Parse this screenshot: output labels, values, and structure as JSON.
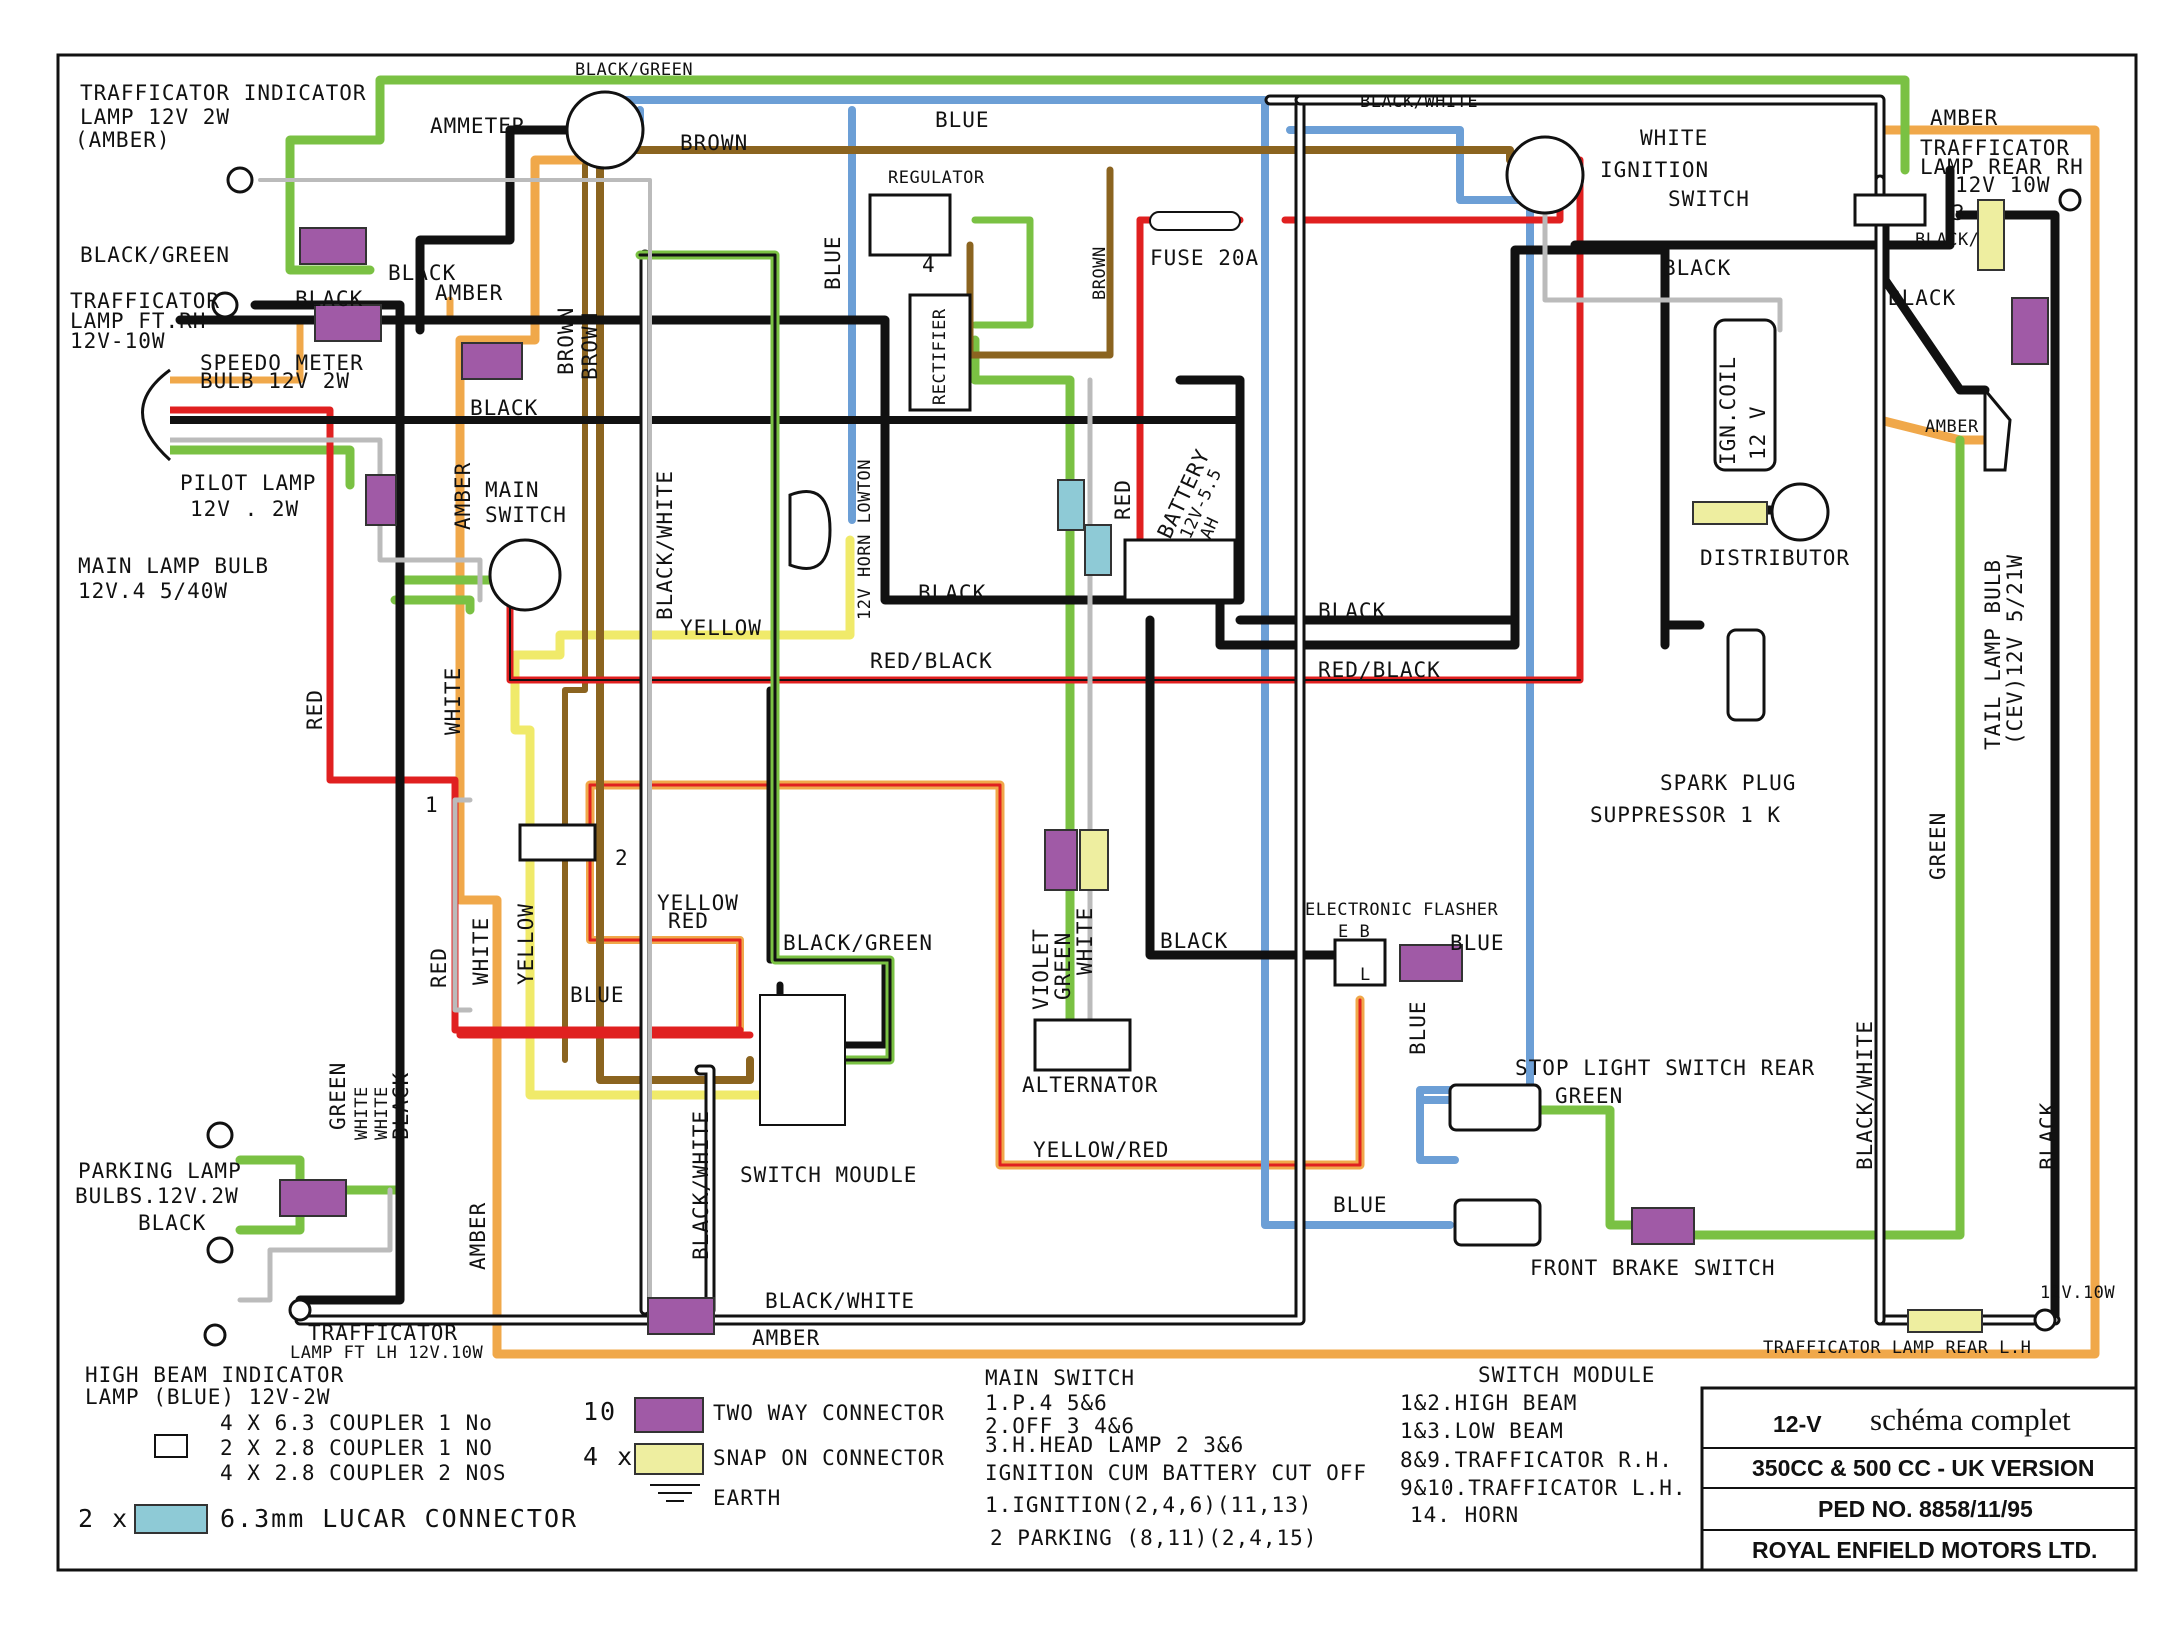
{
  "diagram": {
    "top_wire_labels": {
      "black_green_top": "BLACK/GREEN",
      "black_white_top": "BLACK/WHITE",
      "blue_top": "BLUE",
      "brown_top": "BROWN"
    },
    "components": {
      "trafficator_indicator": [
        "TRAFFICATOR INDICATOR",
        "LAMP 12V 2W",
        "(AMBER)"
      ],
      "ammeter": "AMMETER",
      "regulator": "REGULATOR",
      "rectifier": "RECTIFIER",
      "fuse": "FUSE 20A",
      "ignition_switch": [
        "WHITE",
        "IGNITION",
        "SWITCH"
      ],
      "amber_top_right": "AMBER",
      "trafficator_rear_rh": [
        "TRAFFICATOR",
        "LAMP REAR RH",
        "12V 10W"
      ],
      "trafficator_ft_rh": [
        "TRAFFICATOR",
        "LAMP FT.RH",
        "12V-10W"
      ],
      "speedo": [
        "SPEEDO METER",
        "BULB 12V 2W"
      ],
      "pilot_lamp": [
        "PILOT LAMP",
        "12V . 2W"
      ],
      "main_lamp_bulb": [
        "MAIN LAMP BULB",
        "12V.4 5/40W"
      ],
      "main_switch": [
        "MAIN",
        "SWITCH"
      ],
      "horn": "12V HORN LOWTON",
      "battery": [
        "BATTERY",
        "12V-5.5",
        "AH"
      ],
      "ign_coil": [
        "IGN.COIL",
        "12 V"
      ],
      "distributor": "DISTRIBUTOR",
      "spark_plug": [
        "SPARK PLUG",
        "SUPPRESSOR 1 K"
      ],
      "tail_lamp": [
        "TAIL LAMP BULB",
        "(CEV)12V 5/21W"
      ],
      "electronic_flasher": [
        "ELECTRONIC FLASHER",
        "E B",
        "L"
      ],
      "alternator": "ALTERNATOR",
      "stop_light_switch": "STOP LIGHT SWITCH REAR",
      "front_brake_switch": "FRONT BRAKE SWITCH",
      "switch_module": "SWITCH MOUDLE",
      "parking_lamp": [
        "PARKING LAMP",
        "BULBS.12V.2W"
      ],
      "trafficator_ft_lh": [
        "TRAFFICATOR",
        "LAMP FT LH 12V.10W"
      ],
      "high_beam": [
        "HIGH BEAM INDICATOR",
        "LAMP (BLUE) 12V-2W"
      ],
      "trafficator_rear_lh": "TRAFFICATOR LAMP REAR L.H",
      "rear_lh_watt": "12V.10W"
    },
    "wire_labels": {
      "black_green_l": "BLACK/GREEN",
      "black_1": "BLACK",
      "amber_1": "AMBER",
      "black_2": "BLACK",
      "black_3": "BLACK",
      "amber_v": "AMBER",
      "brown_v1": "BROWN",
      "brown_v2": "BROWN",
      "blue_v": "BLUE",
      "brown_reg": "BROWN",
      "black_white_v": "BLACK/WHITE",
      "yellow_1": "YELLOW",
      "black_mid": "BLACK",
      "red_black_1": "RED/BLACK",
      "red_black_2": "RED/BLACK",
      "black_right": "BLACK",
      "red_v_batt": "RED",
      "red_left": "RED",
      "white_left": "WHITE",
      "white_2": "WHITE",
      "red_2": "RED",
      "yellow_v": "YELLOW",
      "yellow_red_lbl": "YELLOW",
      "red_small": "RED",
      "blue_small": "BLUE",
      "black_green_2": "BLACK/GREEN",
      "violet": "VIOLET",
      "green_v": "GREEN",
      "white_v": "WHITE",
      "black_flasher": "BLACK",
      "blue_flasher": "BLUE",
      "blue_v2": "BLUE",
      "green_stop": "GREEN",
      "yellow_red": "YELLOW/RED",
      "blue_bottom": "BLUE",
      "black_white_rv": "BLACK/WHITE",
      "green_rv": "GREEN",
      "black_rv": "BLACK",
      "black_white_bottom": "BLACK/WHITE",
      "amber_bottom": "AMBER",
      "amber_left_v": "AMBER",
      "black_white_lv": "BLACK/WHITE",
      "black_parking": "BLACK",
      "green_lv": "GREEN",
      "white_lv": "WHITE",
      "white_lv2": "WHITE",
      "black_lv": "BLACK",
      "black_rear": "BLACK",
      "black_rear2": "BLACK",
      "amber_rear": "AMBER",
      "black_small_rear": "BLACK/"
    },
    "switch_numbers": {
      "n1": "1",
      "n2": "2",
      "n3": "3",
      "n4": "4"
    }
  },
  "legend": {
    "couplers": [
      "4 X 6.3 COUPLER 1 No",
      "2 X 2.8 COUPLER 1 NO",
      "4 X 2.8 COUPLER 2 NOS"
    ],
    "lucar": {
      "count": "2 x",
      "label": "6.3mm LUCAR CONNECTOR"
    },
    "two_way": {
      "count": "10 x",
      "label": "TWO WAY CONNECTOR"
    },
    "snap_on": {
      "count": "4 x",
      "label": "SNAP ON CONNECTOR"
    },
    "earth": "EARTH",
    "main_switch_title": "MAIN SWITCH",
    "main_switch_lines": [
      "1.P.4 5&6",
      "2.OFF 3 4&6",
      "3.H.HEAD LAMP 2 3&6"
    ],
    "ignition_title": "IGNITION CUM BATTERY CUT OFF",
    "ignition_lines": [
      "1.IGNITION(2,4,6)(11,13)",
      "2 PARKING (8,11)(2,4,15)"
    ],
    "switch_module_title": "SWITCH MODULE",
    "switch_module_lines": [
      "1&2.HIGH BEAM",
      "1&3.LOW BEAM",
      "8&9.TRAFFICATOR R.H.",
      "9&10.TRAFFICATOR L.H.",
      "14. HORN"
    ]
  },
  "title_block": {
    "voltage": "12-V",
    "title": "schéma complet",
    "version": "350CC & 500 CC - UK VERSION",
    "ped": "PED NO. 8858/11/95",
    "company": "ROYAL ENFIELD MOTORS LTD."
  },
  "colors": {
    "black": "#111111",
    "red": "#e02020",
    "green": "#7ac143",
    "blue": "#6c9fd6",
    "brown": "#8b6420",
    "amber": "#f0a84a",
    "yellow": "#f0ea6a",
    "white_wire": "#bbbbbb",
    "violet_connector": "#a05aa6",
    "snap_connector": "#eeeea0",
    "lucar_connector": "#8ecad6"
  }
}
